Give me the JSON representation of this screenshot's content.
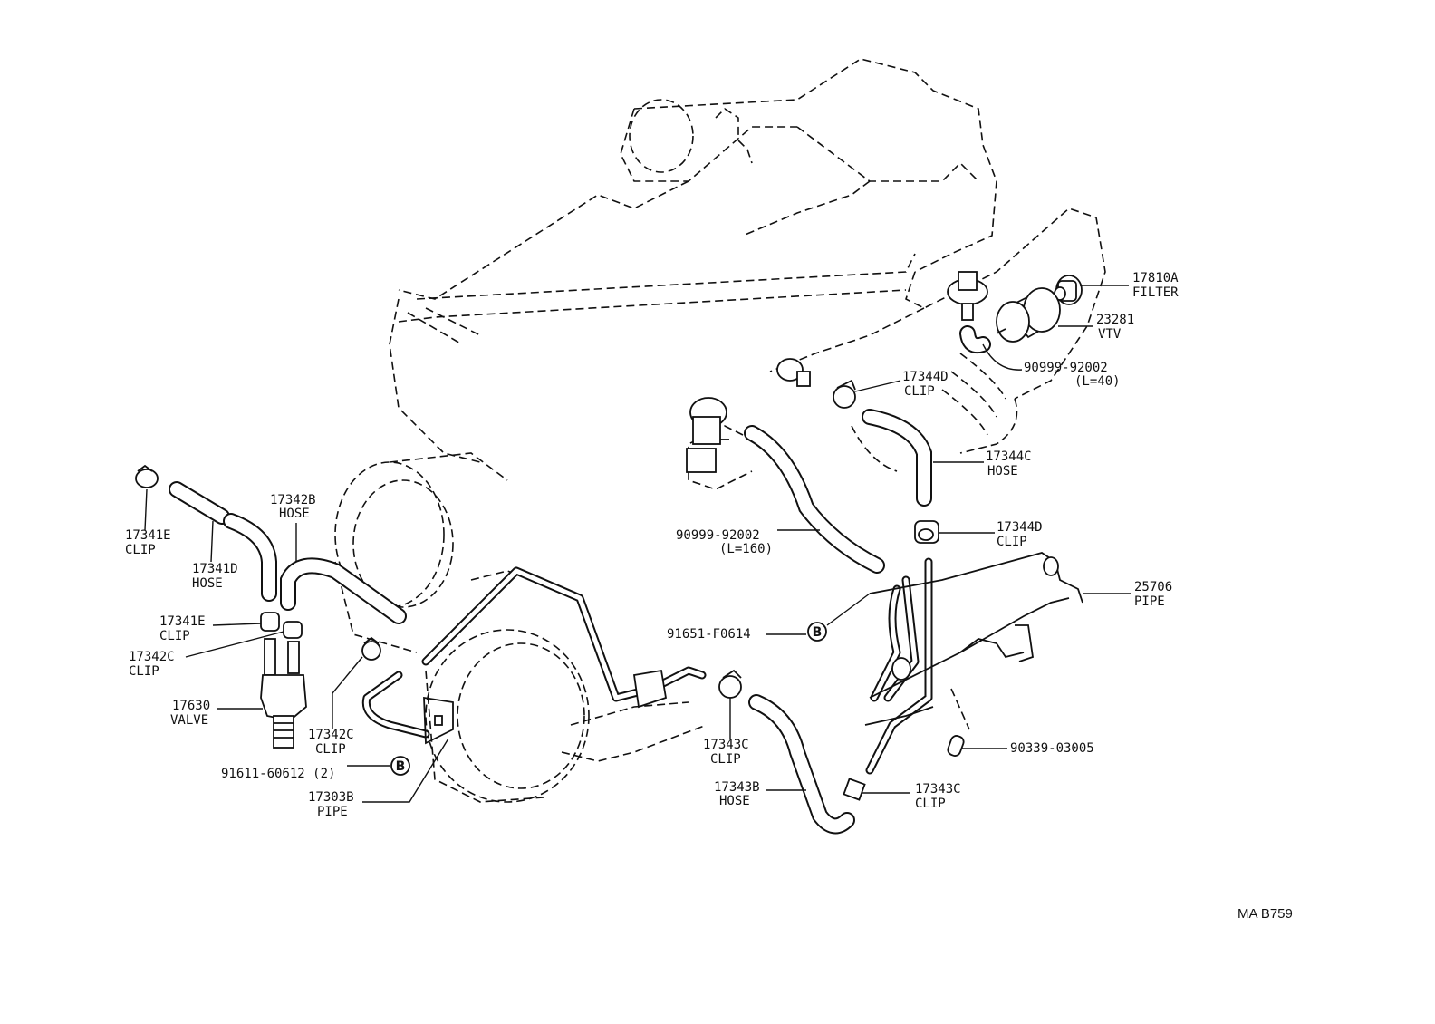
{
  "labels": {
    "filter_num": "17810A",
    "filter_name": "FILTER",
    "vtv_num": "23281",
    "vtv_name": "VTV",
    "hose40_num": "90999-92002",
    "hose40_len": "(L=40)",
    "clip_upper_num": "17344D",
    "clip_upper_name": "CLIP",
    "hose_c_num": "17344C",
    "hose_c_name": "HOSE",
    "hose160_num": "90999-92002",
    "hose160_len": "(L=160)",
    "clip_mid_num": "17344D",
    "clip_mid_name": "CLIP",
    "pipe25706_num": "25706",
    "pipe25706_name": "PIPE",
    "bolt_f0614": "91651-F0614",
    "bolt_b_marker": "B",
    "plug_num": "90339-03005",
    "clip_e1_num": "17341E",
    "clip_e1_name": "CLIP",
    "hose_d_num": "17341D",
    "hose_d_name": "HOSE",
    "hose_b_num": "17342B",
    "hose_b_name": "HOSE",
    "clip_e2_num": "17341E",
    "clip_e2_name": "CLIP",
    "clip_c1_num": "17342C",
    "clip_c1_name": "CLIP",
    "valve_num": "17630",
    "valve_name": "VALVE",
    "clip_c2_num": "17342C",
    "clip_c2_name": "CLIP",
    "bolt_60612": "91611-60612 (2)",
    "bolt_b2_marker": "B",
    "pipe_b_num": "17303B",
    "pipe_b_name": "PIPE",
    "clip_c3_num": "17343C",
    "clip_c3_name": "CLIP",
    "hose_b3_num": "17343B",
    "hose_b3_name": "HOSE",
    "clip_c4_num": "17343C",
    "clip_c4_name": "CLIP"
  },
  "figure_ref": "MA B759"
}
